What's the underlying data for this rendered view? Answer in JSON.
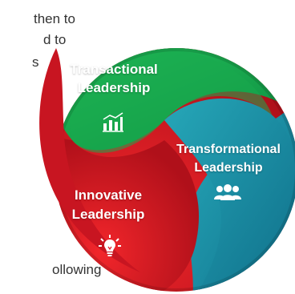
{
  "background_text": {
    "line1": "then to",
    "line2": "d to",
    "line3": "s",
    "line4": "ollowing"
  },
  "segments": [
    {
      "title_line1": "Transactional",
      "title_line2": "Leadership",
      "icon": "bar-chart-icon",
      "color": "#16a34a"
    },
    {
      "title_line1": "Transformational",
      "title_line2": "Leadership",
      "icon": "team-icon",
      "color": "#1a8fa3"
    },
    {
      "title_line1": "Innovative",
      "title_line2": "Leadership",
      "icon": "lightbulb-icon",
      "color": "#e11d2a"
    }
  ]
}
